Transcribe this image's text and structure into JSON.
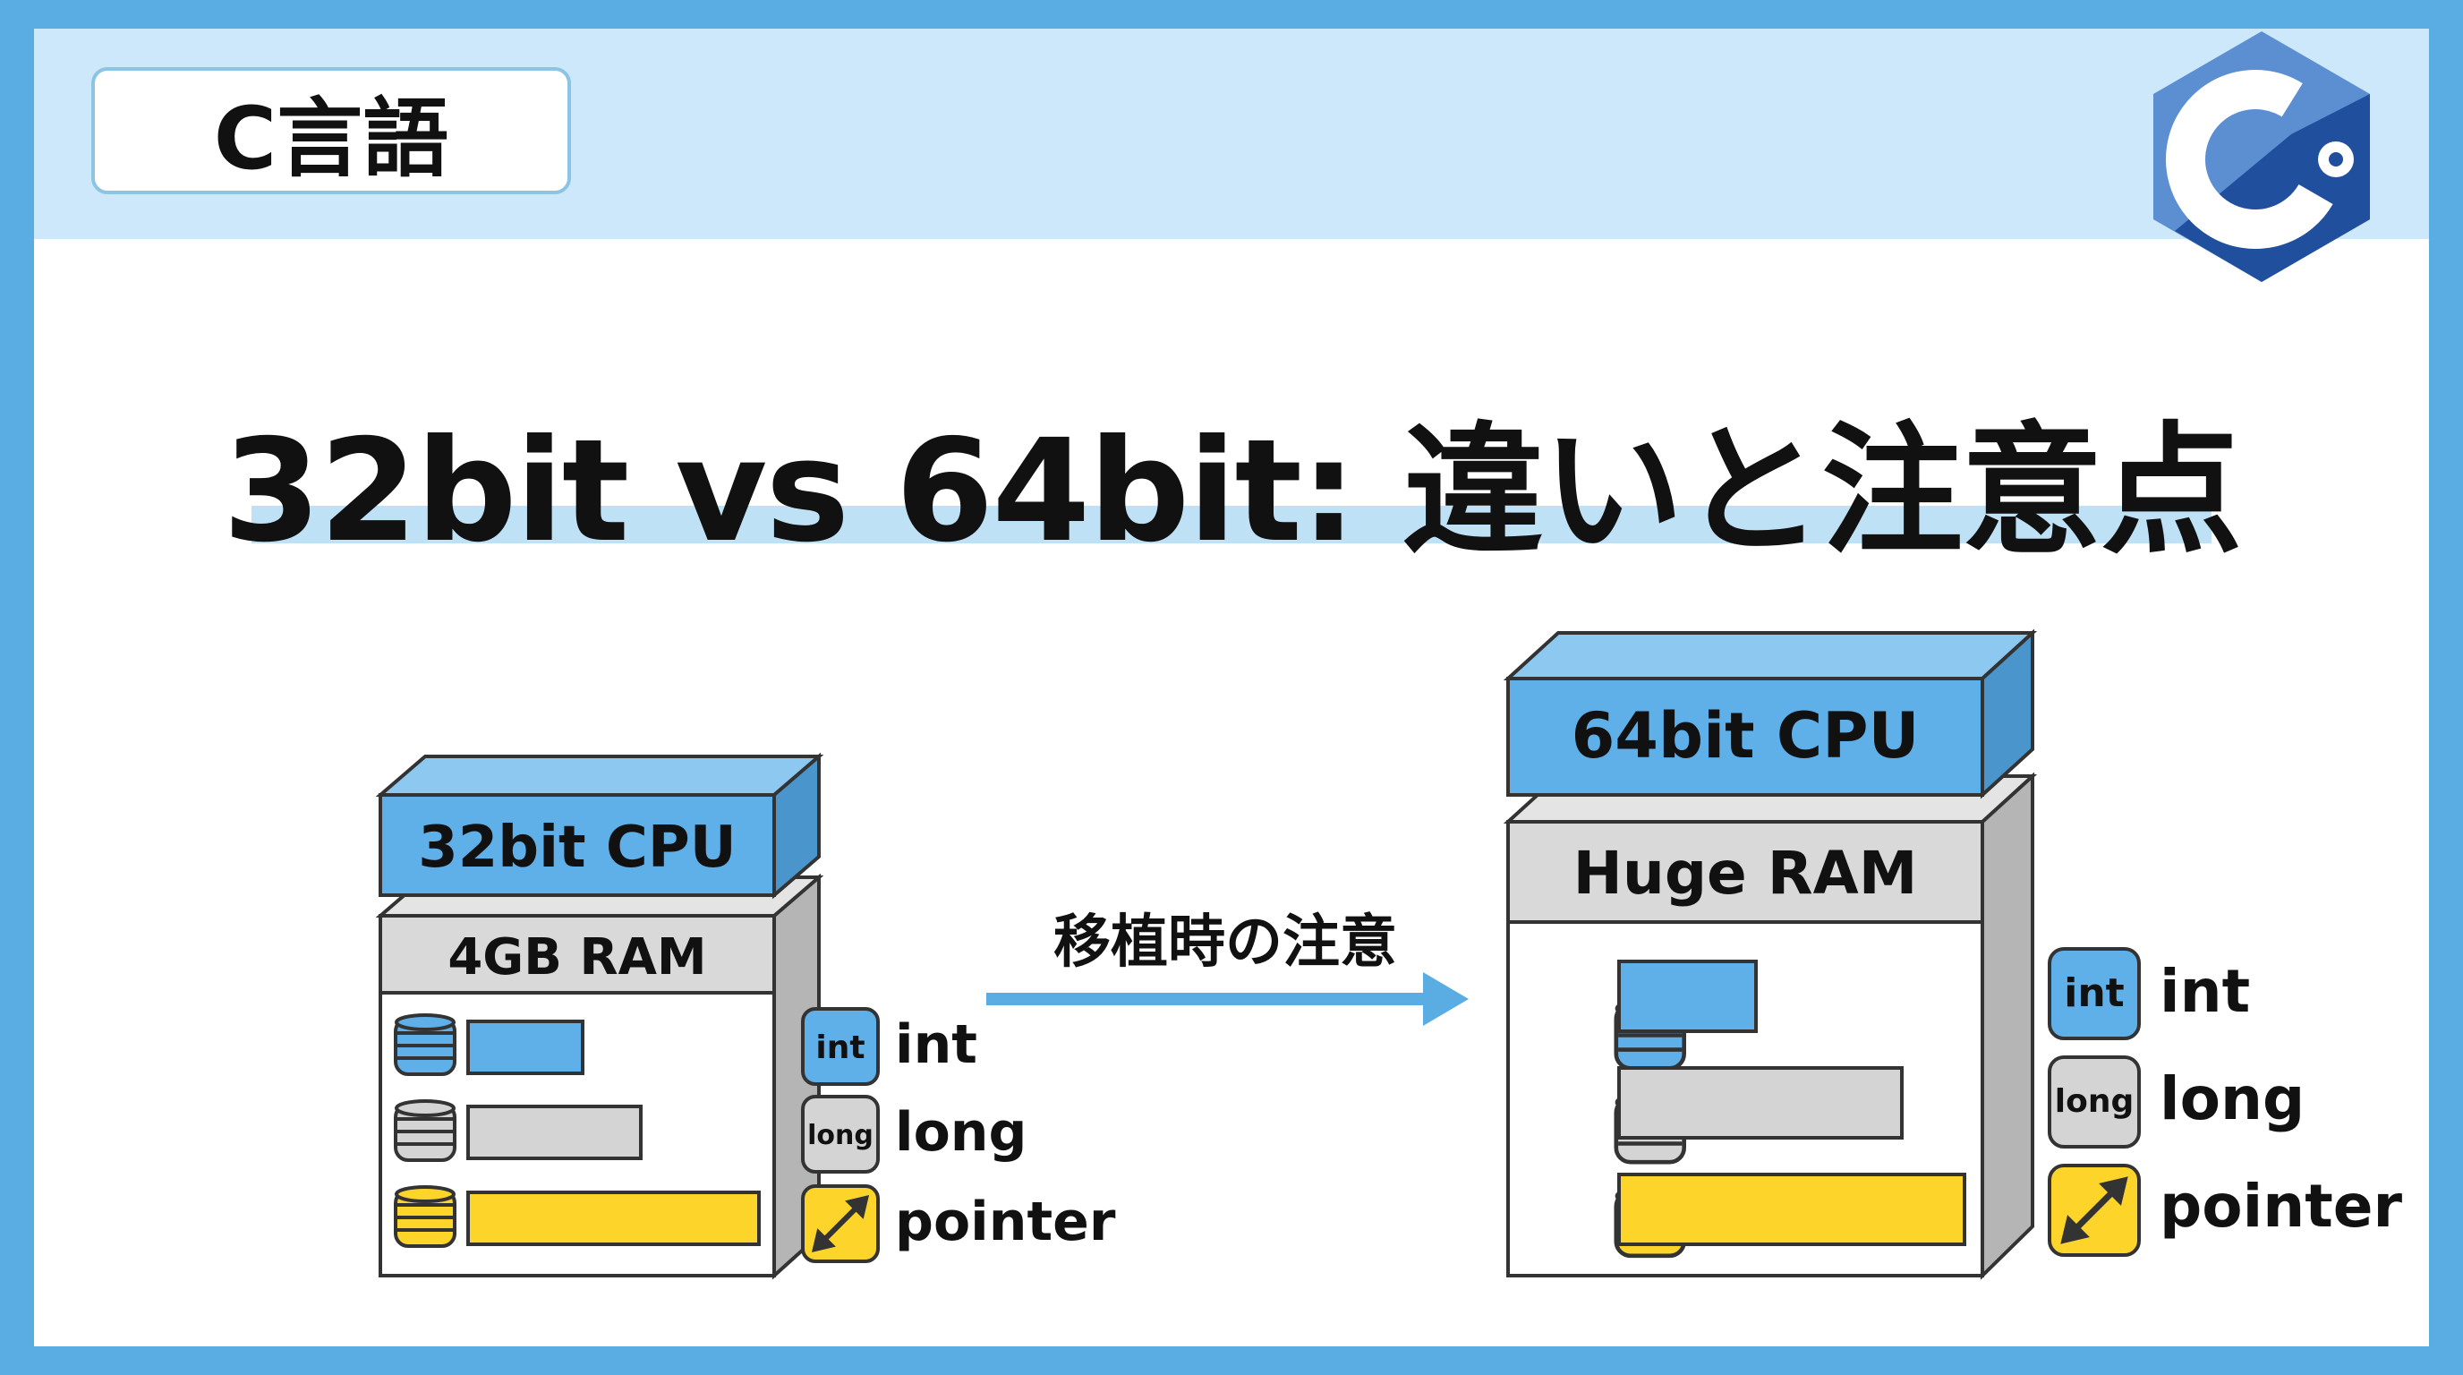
{
  "header": {
    "badge_label": "C言語",
    "logo_icon": "c-language-logo-icon"
  },
  "title": "32bit vs 64bit: 違いと注意点",
  "left_system": {
    "cpu_label": "32bit CPU",
    "ram_label": "4GB RAM"
  },
  "right_system": {
    "cpu_label": "64bit CPU",
    "ram_label": "Huge RAM"
  },
  "arrow_label": "移植時の注意",
  "legend": {
    "int_badge": "int",
    "int_label": "int",
    "long_badge": "long",
    "long_label": "long",
    "pointer_label": "pointer"
  },
  "colors": {
    "int": "#5fb0e8",
    "long": "#d4d4d4",
    "pointer": "#fdd42a",
    "accent": "#5aade2"
  }
}
